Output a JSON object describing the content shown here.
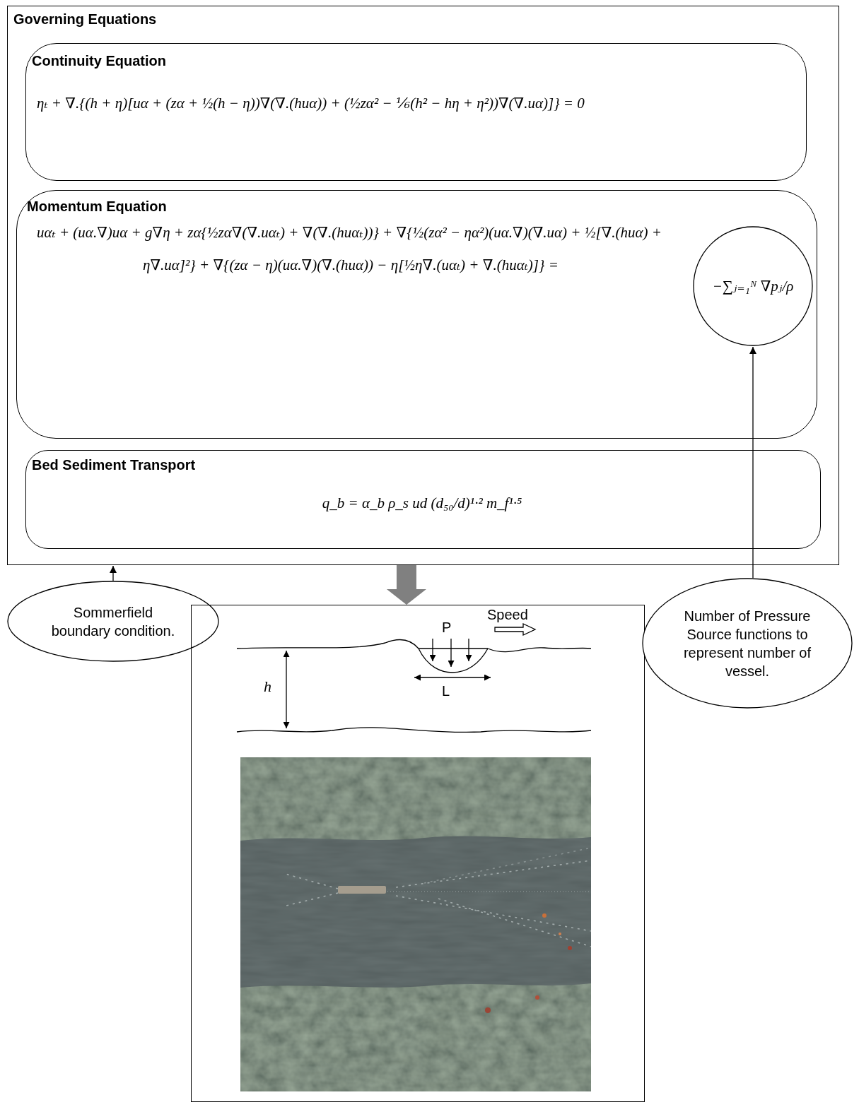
{
  "diagram": {
    "nodes": [
      {
        "text": [
          "Governing Equations"
        ]
      },
      {
        "text": [
          "Continuity Equation",
          "ηₜ + ∇.{(h + η)[uα + (zα + ½(h − η))∇(∇.(huα)) + (½zα² − ⅙(h² − hη + η²))∇(∇.uα)]} = 0"
        ],
        "in": 0
      },
      {
        "text": [
          "Momentum Equation",
          "uαₜ + (uα.∇)uα + g∇η + zα{½zα∇(∇.uαₜ) + ∇(∇.(huαₜ))} + ∇{½(zα² − ηα²)(uα.∇)(∇.uα) + ½[∇.(huα) + η∇.uα]²} + ∇{(zα − η)(uα.∇)(∇.(huα)) − η[½η∇.(uαₜ) + ∇.(huαₜ)]} ="
        ],
        "in": 0
      },
      {
        "text": [
          "−∑ⱼ₌₁ᴺ ∇pⱼ/ρ"
        ],
        "in": 2
      },
      {
        "text": [
          "Bed Sediment Transport",
          "q_b = α_b ρ_s ud (d₅₀/d)¹·² m_f¹·⁵"
        ],
        "in": 0
      },
      {
        "text": [
          "Sommerfield boundary condition."
        ]
      },
      {
        "text": [
          "Speed",
          "P",
          "L",
          "h"
        ]
      },
      {
        "text": [
          "Number of Pressure Source functions to represent number of vessel."
        ]
      }
    ],
    "edges": [
      {
        "from": 5,
        "to": 0,
        "arrow": "to"
      },
      {
        "from": 7,
        "to": 3,
        "arrow": "to"
      },
      {
        "from": 0,
        "to": 6,
        "arrow": "to"
      }
    ]
  }
}
